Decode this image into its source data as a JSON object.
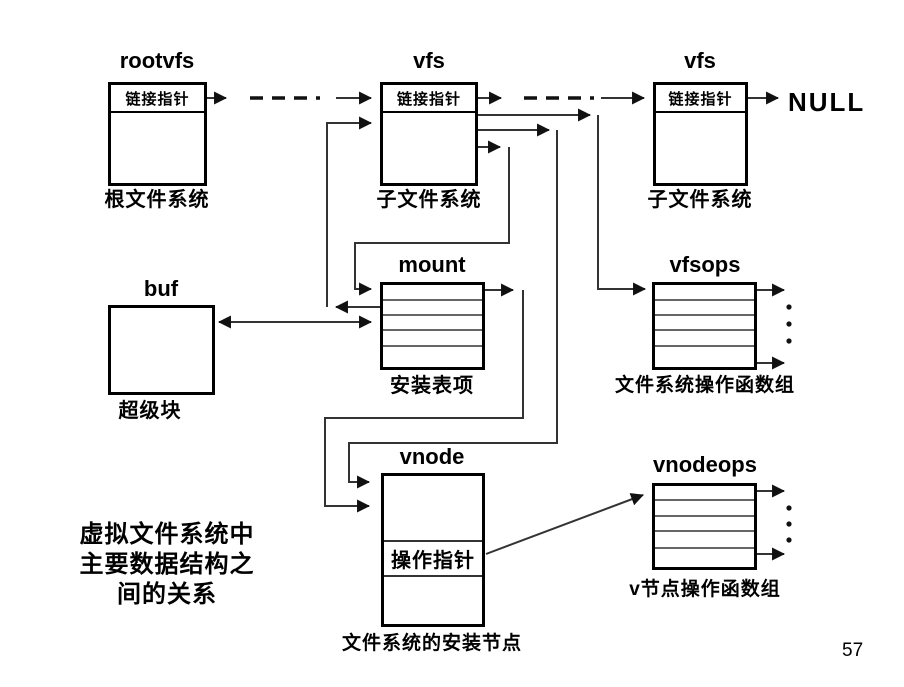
{
  "nodes": {
    "rootvfs": {
      "title": "rootvfs",
      "pointer_cell": "链接指针",
      "caption": "根文件系统"
    },
    "vfs1": {
      "title": "vfs",
      "pointer_cell": "链接指针",
      "caption": "子文件系统"
    },
    "vfs2": {
      "title": "vfs",
      "pointer_cell": "链接指针",
      "caption": "子文件系统"
    },
    "buf": {
      "title": "buf",
      "caption": "超级块"
    },
    "mount": {
      "title": "mount",
      "caption": "安装表项"
    },
    "vfsops": {
      "title": "vfsops",
      "caption": "文件系统操作函数组"
    },
    "vnode": {
      "title": "vnode",
      "pointer_cell": "操作指针",
      "caption": "文件系统的安装节点"
    },
    "vnodeops": {
      "title": "vnodeops",
      "caption": "v节点操作函数组"
    }
  },
  "null_label": "NULL",
  "description": {
    "line1": "虚拟文件系统中",
    "line2": "主要数据结构之",
    "line3": "间的关系"
  },
  "page_number": "57",
  "colors": {
    "line": "#333333",
    "box_border": "#000000",
    "row_line": "#666666",
    "background": "#ffffff"
  },
  "edges": [
    {
      "from": "rootvfs.链接指针",
      "to": "vfs1",
      "style": "dashed-chain-arrow"
    },
    {
      "from": "vfs1.链接指针",
      "to": "vfs2",
      "style": "dashed-chain-arrow"
    },
    {
      "from": "vfs2.链接指针",
      "to": "NULL",
      "style": "arrow"
    },
    {
      "from": "vfs1",
      "to": "vfsops",
      "style": "arrow"
    },
    {
      "from": "vfs1",
      "to": "vnode",
      "style": "arrow"
    },
    {
      "from": "vfs1",
      "to": "mount",
      "style": "arrow"
    },
    {
      "from": "mount",
      "to": "vfs1",
      "style": "arrow"
    },
    {
      "from": "mount",
      "to": "buf",
      "style": "double-arrow"
    },
    {
      "from": "mount",
      "to": "vnode",
      "style": "arrow"
    },
    {
      "from": "vnode.操作指针",
      "to": "vnodeops",
      "style": "arrow"
    },
    {
      "from": "vfsops",
      "to": "more-functions",
      "style": "arrows-with-ellipsis"
    },
    {
      "from": "vnodeops",
      "to": "more-functions",
      "style": "arrows-with-ellipsis"
    }
  ]
}
